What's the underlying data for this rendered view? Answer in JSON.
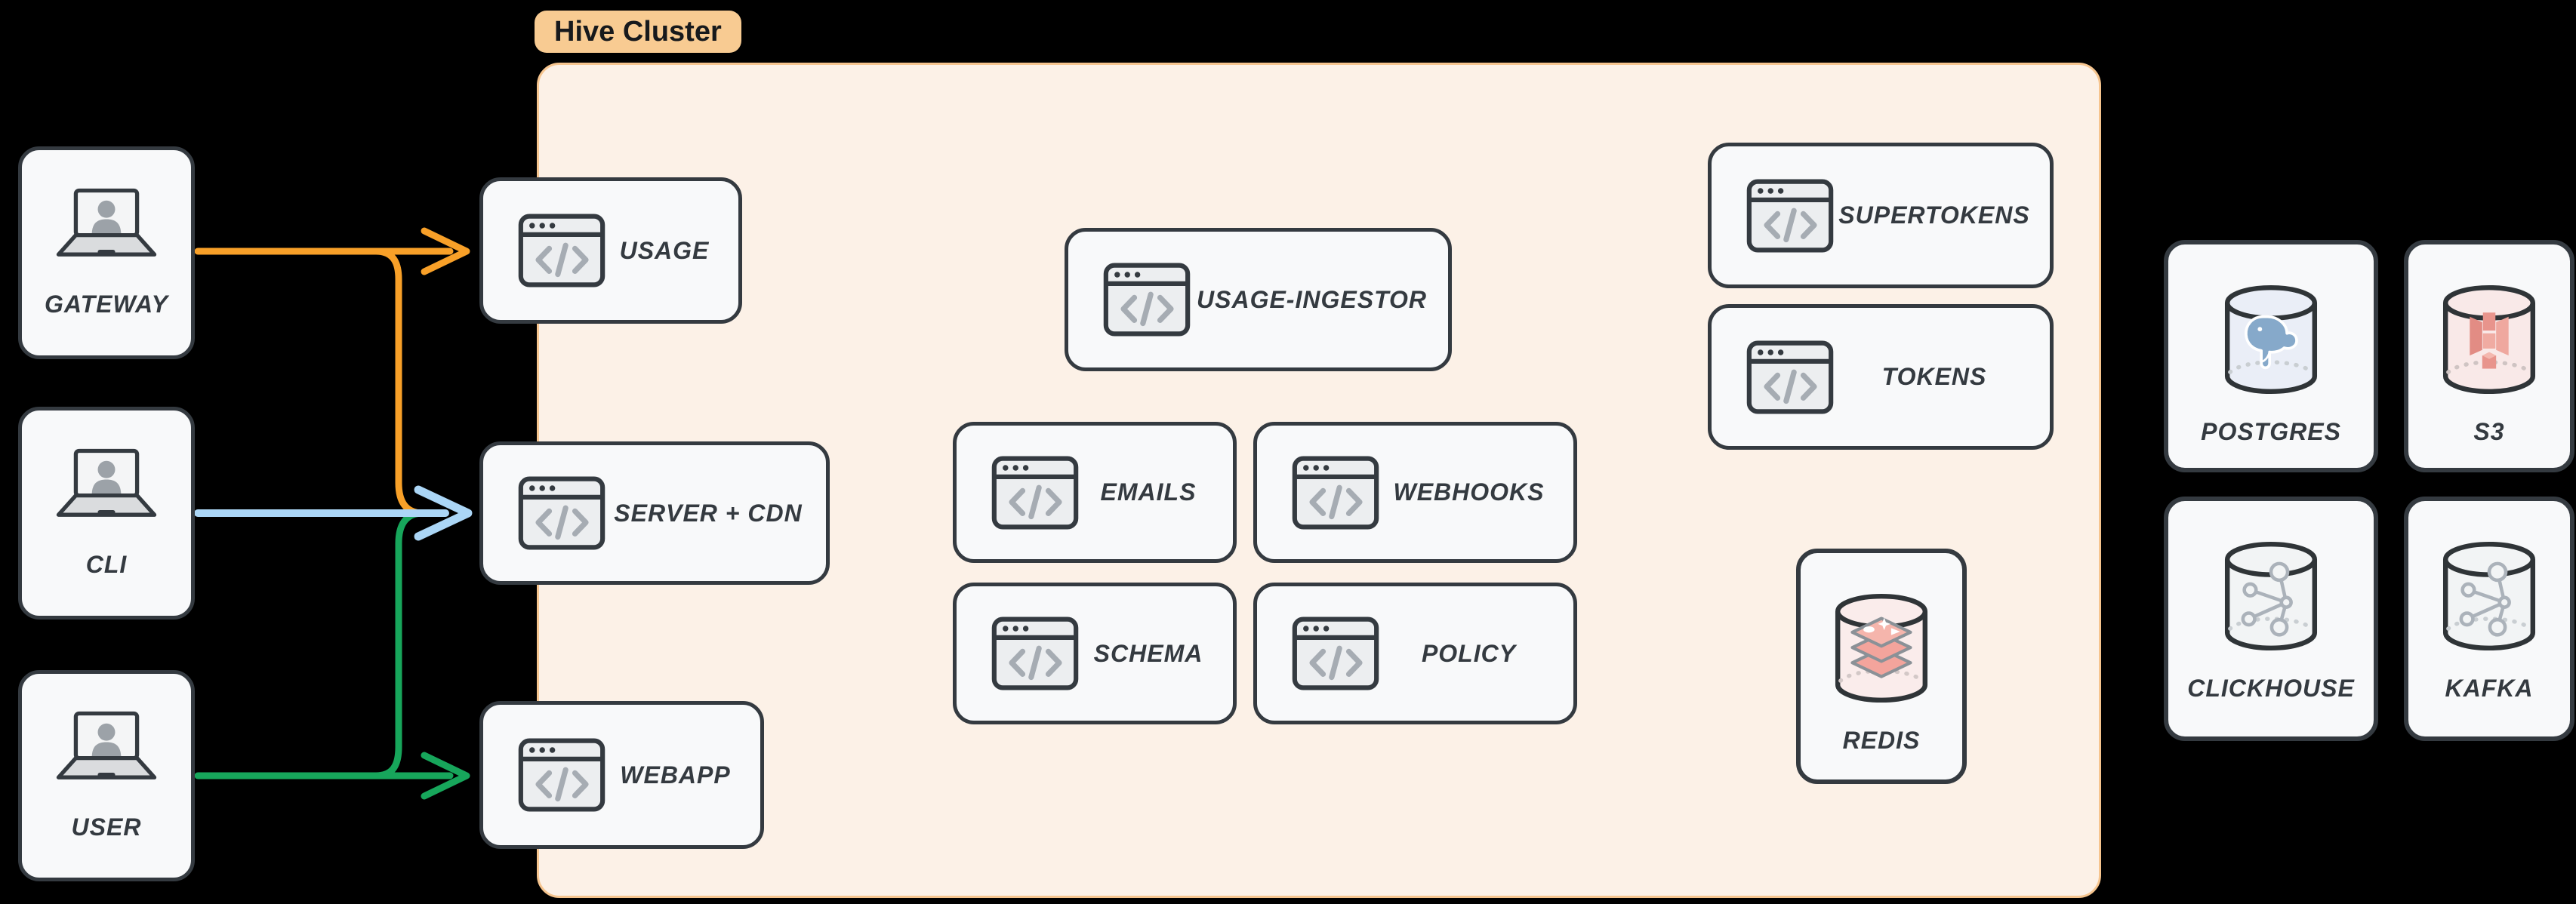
{
  "cluster": {
    "label": "Hive Cluster"
  },
  "actors": [
    {
      "id": "gateway",
      "label": "GATEWAY"
    },
    {
      "id": "cli",
      "label": "CLI"
    },
    {
      "id": "user",
      "label": "USER"
    }
  ],
  "services": [
    {
      "id": "usage",
      "label": "USAGE"
    },
    {
      "id": "server-cdn",
      "label": "SERVER + CDN"
    },
    {
      "id": "webapp",
      "label": "WEBAPP"
    },
    {
      "id": "usage-ingestor",
      "label": "USAGE-INGESTOR"
    },
    {
      "id": "emails",
      "label": "EMAILS"
    },
    {
      "id": "webhooks",
      "label": "WEBHOOKS"
    },
    {
      "id": "schema",
      "label": "SCHEMA"
    },
    {
      "id": "policy",
      "label": "POLICY"
    },
    {
      "id": "supertokens",
      "label": "SUPERTOKENS"
    },
    {
      "id": "tokens",
      "label": "TOKENS"
    }
  ],
  "redis": {
    "label": "REDIS"
  },
  "databases": [
    {
      "id": "postgres",
      "label": "POSTGRES"
    },
    {
      "id": "s3",
      "label": "S3"
    },
    {
      "id": "clickhouse",
      "label": "CLICKHOUSE"
    },
    {
      "id": "kafka",
      "label": "KAFKA"
    }
  ],
  "connections": [
    {
      "from": "GATEWAY",
      "to": "USAGE",
      "color": "#F8A028"
    },
    {
      "from": "GATEWAY",
      "to": "SERVER + CDN",
      "color": "#F8A028"
    },
    {
      "from": "CLI",
      "to": "SERVER + CDN",
      "color": "#ABD6F6"
    },
    {
      "from": "USER",
      "to": "SERVER + CDN",
      "color": "#17A65B"
    },
    {
      "from": "USER",
      "to": "WEBAPP",
      "color": "#17A65B"
    }
  ],
  "colors": {
    "background": "#000000",
    "node_fill": "#F8F9FA",
    "node_border": "#343A40",
    "cluster_fill": "#FCF1E7",
    "cluster_border": "#F6C58F",
    "cluster_label_fill": "#F8CB92",
    "arrow_orange": "#F8A028",
    "arrow_blue": "#ABD6F6",
    "arrow_green": "#17A65B",
    "postgres_logo": "#86A9CA",
    "s3_logo": "#E8948C",
    "redis_logo": "#F3A49C",
    "network_logo": "#ABB2BA"
  }
}
